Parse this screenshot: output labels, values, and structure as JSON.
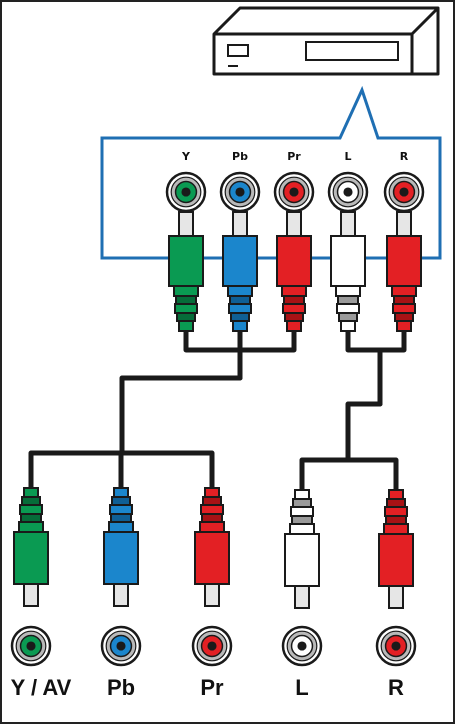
{
  "device": {
    "icon": "av-receiver-icon"
  },
  "top_panel": {
    "border_color": "#1f6fb3",
    "jacks": [
      {
        "label": "Y",
        "color": "#0a9a52"
      },
      {
        "label": "Pb",
        "color": "#1b86cc"
      },
      {
        "label": "Pr",
        "color": "#e32024"
      },
      {
        "label": "L",
        "color": "#ffffff"
      },
      {
        "label": "R",
        "color": "#e32024"
      }
    ]
  },
  "bottom_jacks": [
    {
      "label": "Y / AV",
      "color": "#0a9a52"
    },
    {
      "label": "Pb",
      "color": "#1b86cc"
    },
    {
      "label": "Pr",
      "color": "#e32024"
    },
    {
      "label": "L",
      "color": "#ffffff"
    },
    {
      "label": "R",
      "color": "#e32024"
    }
  ]
}
